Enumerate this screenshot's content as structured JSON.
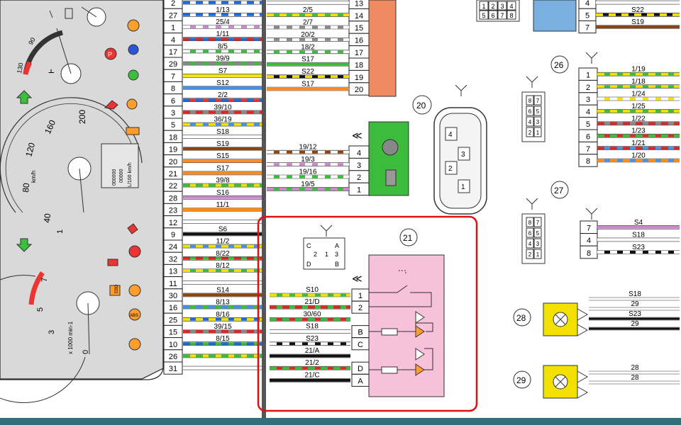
{
  "instrument_cluster": {
    "pins": [
      {
        "pin": "2",
        "wire": "",
        "colors": [
          "#ffffff",
          "#1e6bd6"
        ]
      },
      {
        "pin": "27",
        "wire": "1/13",
        "colors": [
          "#ffffff",
          "#1e6bd6"
        ]
      },
      {
        "pin": "1",
        "wire": "25/4",
        "colors": [
          "#cc88cc",
          "#ffffff"
        ]
      },
      {
        "pin": "4",
        "wire": "1/11",
        "colors": [
          "#1e6bd6",
          "#d42a2a"
        ]
      },
      {
        "pin": "17",
        "wire": "8/5",
        "colors": [
          "#3dbb3d",
          "#ffffff"
        ]
      },
      {
        "pin": "29",
        "wire": "39/9",
        "colors": [
          "#3dbb3d",
          "#888888"
        ]
      },
      {
        "pin": "7",
        "wire": "S7",
        "colors": [
          "#f2e200",
          "#f2e200"
        ]
      },
      {
        "pin": "8",
        "wire": "S12",
        "colors": [
          "#4a90e2",
          "#4a90e2"
        ]
      },
      {
        "pin": "6",
        "wire": "2/2",
        "colors": [
          "#e33333",
          "#1e6bd6"
        ]
      },
      {
        "pin": "3",
        "wire": "39/10",
        "colors": [
          "#888888",
          "#d42a2a"
        ]
      },
      {
        "pin": "5",
        "wire": "36/19",
        "colors": [
          "#4a90e2",
          "#f2e200"
        ]
      },
      {
        "pin": "18",
        "wire": "S18",
        "colors": [
          "#ffffff",
          "#ffffff"
        ]
      },
      {
        "pin": "19",
        "wire": "S19",
        "colors": [
          "#8b4513",
          "#8b4513"
        ]
      },
      {
        "pin": "20",
        "wire": "S15",
        "colors": [
          "#ff8c1a",
          "#ff8c1a"
        ]
      },
      {
        "pin": "21",
        "wire": "S17",
        "colors": [
          "#ff8c1a",
          "#ff8c1a"
        ]
      },
      {
        "pin": "22",
        "wire": "39/8",
        "colors": [
          "#f2e200",
          "#3dbb3d"
        ]
      },
      {
        "pin": "28",
        "wire": "S16",
        "colors": [
          "#cc88cc",
          "#cc88cc"
        ]
      },
      {
        "pin": "23",
        "wire": "11/1",
        "colors": [
          "#ff8c1a",
          "#ff8c1a"
        ]
      },
      {
        "pin": "12",
        "wire": "",
        "colors": [
          "#ffffff",
          "#ffffff"
        ]
      },
      {
        "pin": "9",
        "wire": "S6",
        "colors": [
          "#111111",
          "#111111"
        ]
      },
      {
        "pin": "24",
        "wire": "11/2",
        "colors": [
          "#4a90e2",
          "#f2e200"
        ]
      },
      {
        "pin": "32",
        "wire": "8/22",
        "colors": [
          "#3dbb3d",
          "#d42a2a"
        ]
      },
      {
        "pin": "13",
        "wire": "8/12",
        "colors": [
          "#3dbb3d",
          "#f2e200"
        ]
      },
      {
        "pin": "11",
        "wire": "",
        "colors": [
          "#ffffff",
          "#ffffff"
        ]
      },
      {
        "pin": "30",
        "wire": "S14",
        "colors": [
          "#8b4513",
          "#8b4513"
        ]
      },
      {
        "pin": "16",
        "wire": "8/13",
        "colors": [
          "#3dbb3d",
          "#4a90e2"
        ]
      },
      {
        "pin": "25",
        "wire": "8/16",
        "colors": [
          "#1e6bd6",
          "#f2e200"
        ]
      },
      {
        "pin": "15",
        "wire": "39/15",
        "colors": [
          "#888888",
          "#d42a2a"
        ]
      },
      {
        "pin": "10",
        "wire": "8/15",
        "colors": [
          "#3dbb3d",
          "#1e6bd6"
        ]
      },
      {
        "pin": "26",
        "wire": "",
        "colors": [
          "#f2e200",
          "#3dbb3d"
        ]
      },
      {
        "pin": "31",
        "wire": "",
        "colors": [
          "#ffffff",
          "#ffffff"
        ]
      }
    ],
    "speedometer": {
      "unit": "km/h",
      "ticks": [
        "40",
        "80",
        "120",
        "160",
        "200"
      ],
      "odometer": [
        "000000",
        "00000",
        "L/100 km/h"
      ]
    },
    "tachometer": {
      "unit": "x 1000 min-1",
      "ticks": [
        "0",
        "1",
        "3",
        "5",
        "7"
      ]
    },
    "temp_gauge": {
      "ticks": [
        "90",
        "130"
      ]
    },
    "warning_labels": {
      "ebd": "EBD",
      "abs": "ABS"
    }
  },
  "middle_column": {
    "pins": [
      {
        "pin": "13",
        "wire": "",
        "colors": [
          "#ffffff",
          "#ffffff"
        ]
      },
      {
        "pin": "14",
        "wire": "2/5",
        "colors": [
          "#3dbb3d",
          "#f2e200"
        ]
      },
      {
        "pin": "15",
        "wire": "2/7",
        "colors": [
          "#888888",
          "#ffffff"
        ]
      },
      {
        "pin": "16",
        "wire": "20/2",
        "colors": [
          "#888888",
          "#ffffff"
        ]
      },
      {
        "pin": "17",
        "wire": "18/2",
        "colors": [
          "#3dbb3d",
          "#ffffff"
        ]
      },
      {
        "pin": "18",
        "wire": "S17",
        "colors": [
          "#3dbb3d",
          "#3dbb3d"
        ]
      },
      {
        "pin": "19",
        "wire": "S22",
        "colors": [
          "#111111",
          "#f2e200"
        ]
      },
      {
        "pin": "20",
        "wire": "S17",
        "colors": [
          "#ff8c1a",
          "#ff8c1a"
        ]
      }
    ],
    "block_color": "#f08a60"
  },
  "motor": {
    "pins": [
      {
        "pin": "4",
        "wire": "19/12",
        "colors": [
          "#8b4513",
          "#ffffff"
        ]
      },
      {
        "pin": "3",
        "wire": "19/3",
        "colors": [
          "#cc88cc",
          "#ffffff"
        ]
      },
      {
        "pin": "2",
        "wire": "19/16",
        "colors": [
          "#3dbb3d",
          "#ffffff"
        ]
      },
      {
        "pin": "1",
        "wire": "19/5",
        "colors": [
          "#3dbb3d",
          "#cc88cc"
        ]
      }
    ]
  },
  "component_20": {
    "number": "20",
    "pins": [
      "4",
      "3",
      "2",
      "1"
    ]
  },
  "component_21": {
    "number": "21",
    "connector_pins": [
      "C",
      "A",
      "2",
      "1",
      "3",
      "D",
      "B"
    ],
    "pins": [
      {
        "pin": "1",
        "wire": "S10",
        "colors": [
          "#3dbb3d",
          "#f2e200"
        ]
      },
      {
        "pin": "2",
        "wire": "21/D",
        "colors": [
          "#3dbb3d",
          "#d42a2a"
        ]
      },
      {
        "pin": "",
        "wire": "30/60",
        "colors": [
          "#d42a2a",
          "#3dbb3d"
        ]
      },
      {
        "pin": "B",
        "wire": "S18",
        "colors": [
          "#ffffff",
          "#ffffff"
        ]
      },
      {
        "pin": "C",
        "wire": "S23",
        "colors": [
          "#111111",
          "#ffffff"
        ]
      },
      {
        "pin": "",
        "wire": "21/A",
        "colors": [
          "#111111",
          "#111111"
        ]
      },
      {
        "pin": "D",
        "wire": "21/2",
        "colors": [
          "#d42a2a",
          "#3dbb3d"
        ]
      },
      {
        "pin": "A",
        "wire": "21/C",
        "colors": [
          "#111111",
          "#111111"
        ]
      }
    ]
  },
  "top_right": {
    "mini_connector": [
      "1",
      "2",
      "3",
      "4",
      "5",
      "6",
      "7",
      "8"
    ],
    "pins": [
      {
        "pin": "4",
        "wire": "",
        "colors": [
          "#ffffff",
          "#ffffff"
        ]
      },
      {
        "pin": "5",
        "wire": "S22",
        "colors": [
          "#111111",
          "#f2e200"
        ]
      },
      {
        "pin": "7",
        "wire": "S19",
        "colors": [
          "#8b4513",
          "#8b4513"
        ]
      }
    ],
    "block_color": "#7ab0e0"
  },
  "component_26": {
    "number": "26",
    "connector_pins": [
      "8",
      "7",
      "6",
      "5",
      "4",
      "3",
      "2",
      "1"
    ],
    "pins": [
      {
        "pin": "1",
        "wire": "1/19",
        "colors": [
          "#3dbb3d",
          "#f2e200"
        ]
      },
      {
        "pin": "2",
        "wire": "1/18",
        "colors": [
          "#3dbb3d",
          "#f2e200"
        ]
      },
      {
        "pin": "3",
        "wire": "1/24",
        "colors": [
          "#f2e200",
          "#ffffff"
        ]
      },
      {
        "pin": "4",
        "wire": "1/25",
        "colors": [
          "#3dbb3d",
          "#f2e200"
        ]
      },
      {
        "pin": "5",
        "wire": "1/22",
        "colors": [
          "#888888",
          "#d42a2a"
        ]
      },
      {
        "pin": "6",
        "wire": "1/23",
        "colors": [
          "#d42a2a",
          "#3dbb3d"
        ]
      },
      {
        "pin": "7",
        "wire": "1/21",
        "colors": [
          "#4a90e2",
          "#d42a2a"
        ]
      },
      {
        "pin": "8",
        "wire": "1/20",
        "colors": [
          "#4a90e2",
          "#ff8c1a"
        ]
      }
    ]
  },
  "component_27": {
    "number": "27",
    "connector_pins": [
      "8",
      "7",
      "6",
      "5",
      "4",
      "3",
      "2",
      "1"
    ],
    "pins": [
      {
        "pin": "7",
        "wire": "S4",
        "colors": [
          "#cc88cc",
          "#cc88cc"
        ]
      },
      {
        "pin": "4",
        "wire": "S18",
        "colors": [
          "#ffffff",
          "#ffffff"
        ]
      },
      {
        "pin": "8",
        "wire": "S23",
        "colors": [
          "#111111",
          "#ffffff"
        ]
      }
    ]
  },
  "component_28": {
    "number": "28",
    "wires": [
      "S18",
      "29",
      "S23",
      "29"
    ]
  },
  "component_29": {
    "number": "29",
    "wires": [
      "28",
      "28"
    ]
  }
}
